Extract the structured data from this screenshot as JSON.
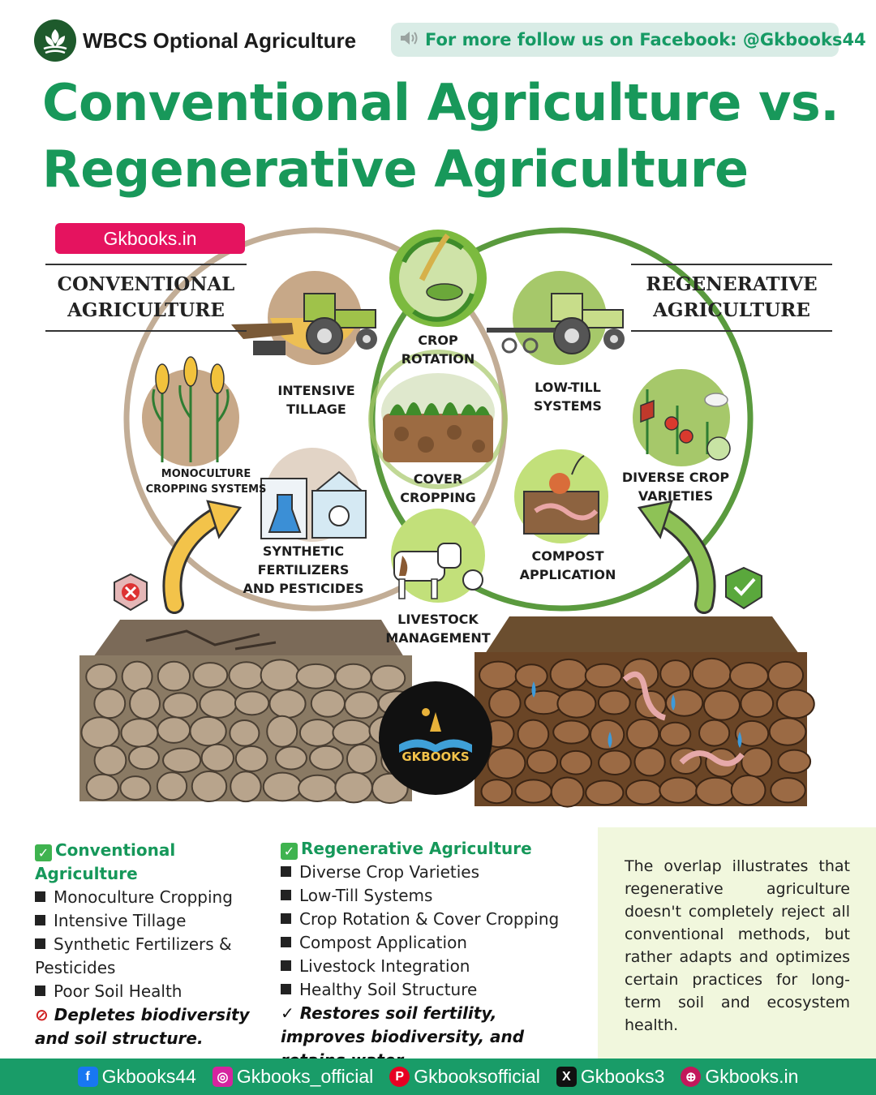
{
  "header": {
    "brand_name": "WBCS Optional Agriculture",
    "follow_text": "For  more follow us on Facebook: @Gkbooks44",
    "title_line1": "Conventional Agriculture vs.",
    "title_line2": "Regenerative Agriculture"
  },
  "diagram": {
    "site_badge": "Gkbooks.in",
    "left_title": "CONVENTIONAL\nAGRICULTURE",
    "right_title": "REGENERATIVE\nAGRICULTURE",
    "center_logo": "GKBOOKS",
    "practices": {
      "intensive_tillage": "INTENSIVE\nTILLAGE",
      "monoculture": "MONOCULTURE\nCROPPING SYSTEMS",
      "synthetic": "SYNTHETIC FERTILIZERS\nAND PESTICIDES",
      "crop_rotation": "CROP\nROTATION",
      "cover_cropping": "COVER\nCROPPING",
      "livestock": "LIVESTOCK\nMANAGEMENT",
      "low_till": "LOW-TILL\nSYSTEMS",
      "diverse_crop": "DIVERSE CROP\nVARIETIES",
      "compost": "COMPOST\nAPPLICATION"
    },
    "colors": {
      "conventional_ring": "#c2ad96",
      "regenerative_ring": "#5a9a3e",
      "green_accent": "#18985a",
      "badge": "#e5135f"
    }
  },
  "conventional": {
    "heading": "Conventional Agriculture",
    "items": [
      "Monoculture Cropping",
      "Intensive Tillage",
      "Synthetic Fertilizers & Pesticides",
      "Poor Soil Health"
    ],
    "footer": "Depletes biodiversity and soil structure."
  },
  "regenerative": {
    "heading": "Regenerative Agriculture",
    "items": [
      "Diverse Crop Varieties",
      "Low-Till Systems",
      "Crop Rotation & Cover Cropping",
      "Compost Application",
      "Livestock Integration",
      "Healthy Soil Structure"
    ],
    "footer": "Restores soil fertility, improves biodiversity, and retains water."
  },
  "note": "The overlap illustrates that regenerative agriculture doesn't completely reject all conventional methods, but rather adapts and optimizes certain practices for long-term soil and ecosystem health.",
  "footer": {
    "facebook": "Gkbooks44",
    "instagram": "Gkbooks_official",
    "pinterest": "Gkbooksofficial",
    "x": "Gkbooks3",
    "website": "Gkbooks.in"
  }
}
